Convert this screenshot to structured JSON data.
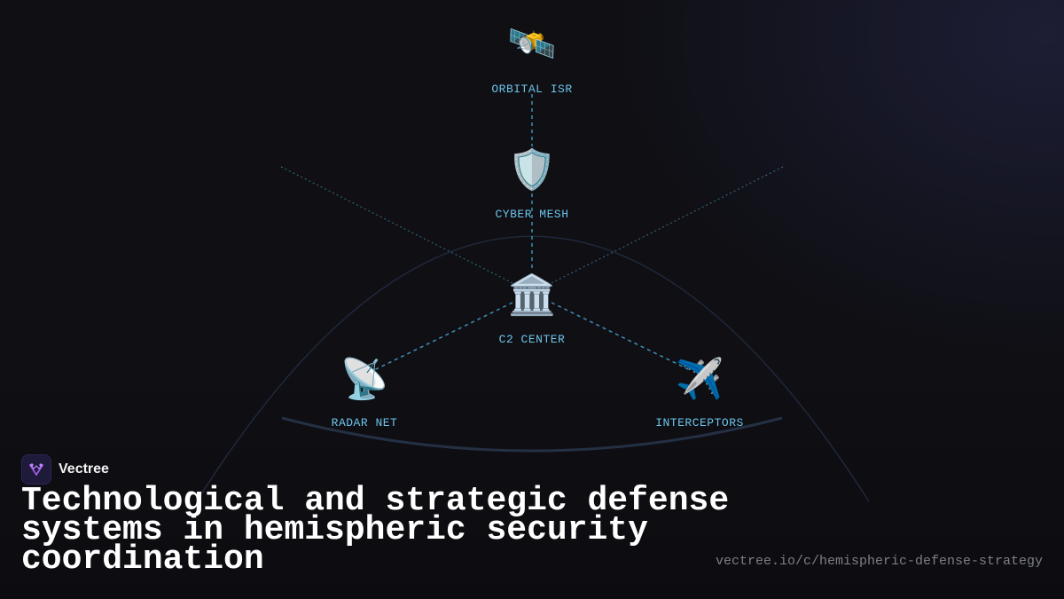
{
  "diagram": {
    "nodes": [
      {
        "id": "orbital",
        "icon": "satellite-icon",
        "glyph": "🛰️",
        "label": "ORBITAL ISR"
      },
      {
        "id": "cyber",
        "icon": "shield-icon",
        "glyph": "🛡️",
        "label": "CYBER MESH"
      },
      {
        "id": "c2",
        "icon": "classical-building-icon",
        "glyph": "🏛️",
        "label": "C2 CENTER"
      },
      {
        "id": "radar",
        "icon": "satellite-antenna-icon",
        "glyph": "📡",
        "label": "RADAR NET"
      },
      {
        "id": "interceptors",
        "icon": "airplane-icon",
        "glyph": "✈️",
        "label": "INTERCEPTORS"
      }
    ],
    "colors": {
      "label": "#6cc4ea",
      "link": "#3f8fb4",
      "arc": "#243044"
    }
  },
  "brand": {
    "name": "Vectree",
    "logo_color": "#a05be0"
  },
  "headline": "Technological and strategic defense systems in hemispheric security coordination",
  "url": "vectree.io/c/hemispheric-defense-strategy"
}
